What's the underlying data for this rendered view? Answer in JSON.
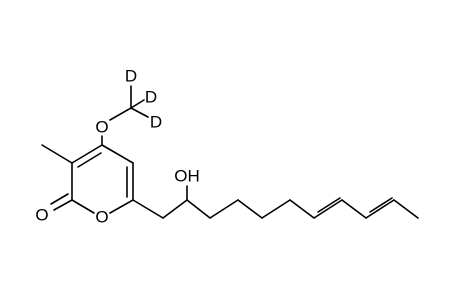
{
  "molecule": {
    "atoms": {
      "carbonyl_oxygen": "O",
      "ring_oxygen": "O",
      "methoxy_oxygen": "O",
      "deuterium_1": "D",
      "deuterium_2": "D",
      "deuterium_3": "D",
      "hydroxyl": "OH"
    }
  }
}
